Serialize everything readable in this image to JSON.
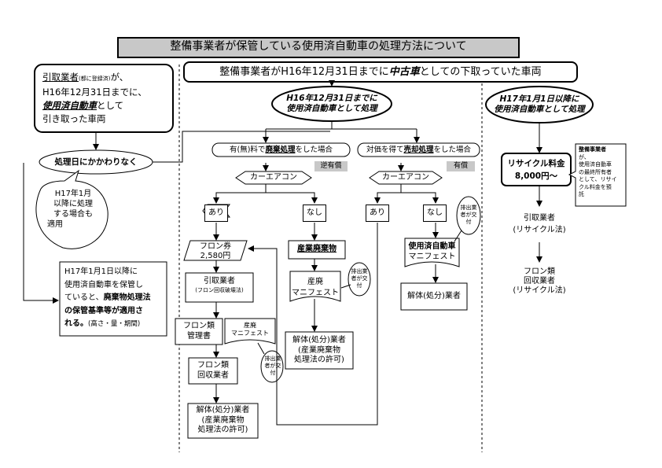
{
  "title": "整備事業者が保管している使用済自動車の処理方法について",
  "left": {
    "box1_line1_pre": "引取業者",
    "box1_line1_small": "(都に登録済)",
    "box1_line1_post": "が、",
    "box1_line2": "H16年12月31日までに、",
    "box1_line3_em": "使用済自動車",
    "box1_line3_post": "として",
    "box1_line4": "引き取った車両",
    "oval": "処理日にかかわりなく",
    "callout": [
      "H17年1月",
      "以降に処理",
      "する場合も",
      "適用"
    ],
    "note": {
      "line1": "H17年1月1日以降に",
      "line2": "使用済自動車を保管し",
      "line3_pre": "ていると、",
      "line3_b": "廃棄物処理法",
      "line4_b": "の保管基準等が適用さ",
      "line5_b": "れる。",
      "line5_small": "(高さ・量・期間)"
    }
  },
  "center": {
    "header_pre": "整備事業者がH16年12月31日までに",
    "header_em": "中古車",
    "header_post": "としての下取っていた車両",
    "oval": [
      "H16年12月31日までに",
      "使用済自動車として処理"
    ],
    "branch1_pre": "有(無)料で",
    "branch1_em": "廃棄処理",
    "branch1_post": "をした場合",
    "tag1": "逆有償",
    "branch2_pre": "対価を得て",
    "branch2_em": "売却処理",
    "branch2_post": "をした場合",
    "tag2": "有償",
    "aircon": "カーエアコン",
    "yes": "あり",
    "no": "なし",
    "freon_ticket": [
      "フロン券",
      "2,580円"
    ],
    "hikitori": "引取業者",
    "hikitori_sub": "(フロン回収破壊法)",
    "freon_kanri": [
      "フロン類",
      "管理書"
    ],
    "sanpai_mani_small": [
      "産廃",
      "マニフェスト"
    ],
    "callout_issuer": [
      "排出業",
      "者が交",
      "付"
    ],
    "freon_kaishu": [
      "フロン類",
      "回収業者"
    ],
    "kaitai1": [
      "解体(処分)業者",
      "(産業廃棄物",
      "処理法の許可)"
    ],
    "sangyo_haikibutsu": "産業廃棄物",
    "sanpai_mani": [
      "産廃",
      "マニフェスト"
    ],
    "kaitai2": [
      "解体(処分)業者",
      "(産業廃棄物",
      "処理法の許可)"
    ],
    "jidosha_mani": [
      "使用済自動車",
      "マニフェスト"
    ],
    "kaitai3": "解体(処分)業者"
  },
  "right": {
    "oval": [
      "H17年1月1日以降に",
      "使用済自動車として処理"
    ],
    "recycle": [
      "リサイクル料金",
      "8,000円〜"
    ],
    "callout_b": "整備事業者",
    "callout": [
      "が、",
      "使用済自動車",
      "の最終所有者",
      "として、リサイ",
      "クル料金を預",
      "託"
    ],
    "hikitori": [
      "引取業者",
      "(リサイクル法)"
    ],
    "freon": [
      "フロン類",
      "回収業者",
      "(リサイクル法)"
    ]
  }
}
